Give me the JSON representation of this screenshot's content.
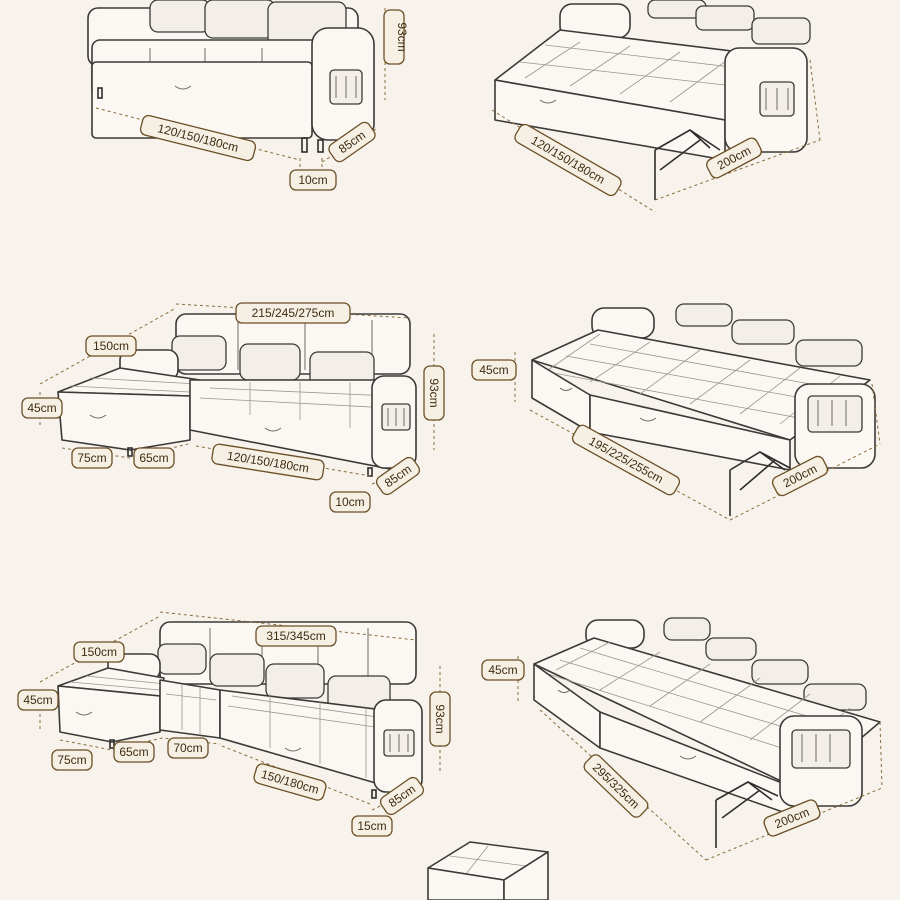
{
  "colors": {
    "background": "#f7f3ec",
    "outline": "#3b3a38",
    "dimension_line": "#8a6c3c",
    "label_border": "#6b4f26",
    "label_text": "#3d2c12"
  },
  "dimensions": {
    "sofa1": {
      "height": "93cm",
      "width": "120/150/180cm",
      "depth": "85cm",
      "leg": "10cm"
    },
    "bed1": {
      "width": "120/150/180cm",
      "length": "200cm"
    },
    "sofa2": {
      "total_width": "215/245/275cm",
      "chaise_length": "150cm",
      "seat_height": "45cm",
      "height": "93cm",
      "chaise_width": "75cm",
      "chaise_inner": "65cm",
      "main_width": "120/150/180cm",
      "depth": "85cm",
      "leg": "10cm"
    },
    "bed2": {
      "seat_height": "45cm",
      "width": "195/225/255cm",
      "length": "200cm"
    },
    "sofa3": {
      "total_width": "315/345cm",
      "chaise_length": "150cm",
      "seat_height": "45cm",
      "height": "93cm",
      "chaise_width": "75cm",
      "chaise_inner": "65cm",
      "middle": "70cm",
      "main_width": "150/180cm",
      "depth": "85cm",
      "leg": "15cm"
    },
    "bed3": {
      "seat_height": "45cm",
      "width": "295/325cm",
      "length": "200cm"
    }
  }
}
